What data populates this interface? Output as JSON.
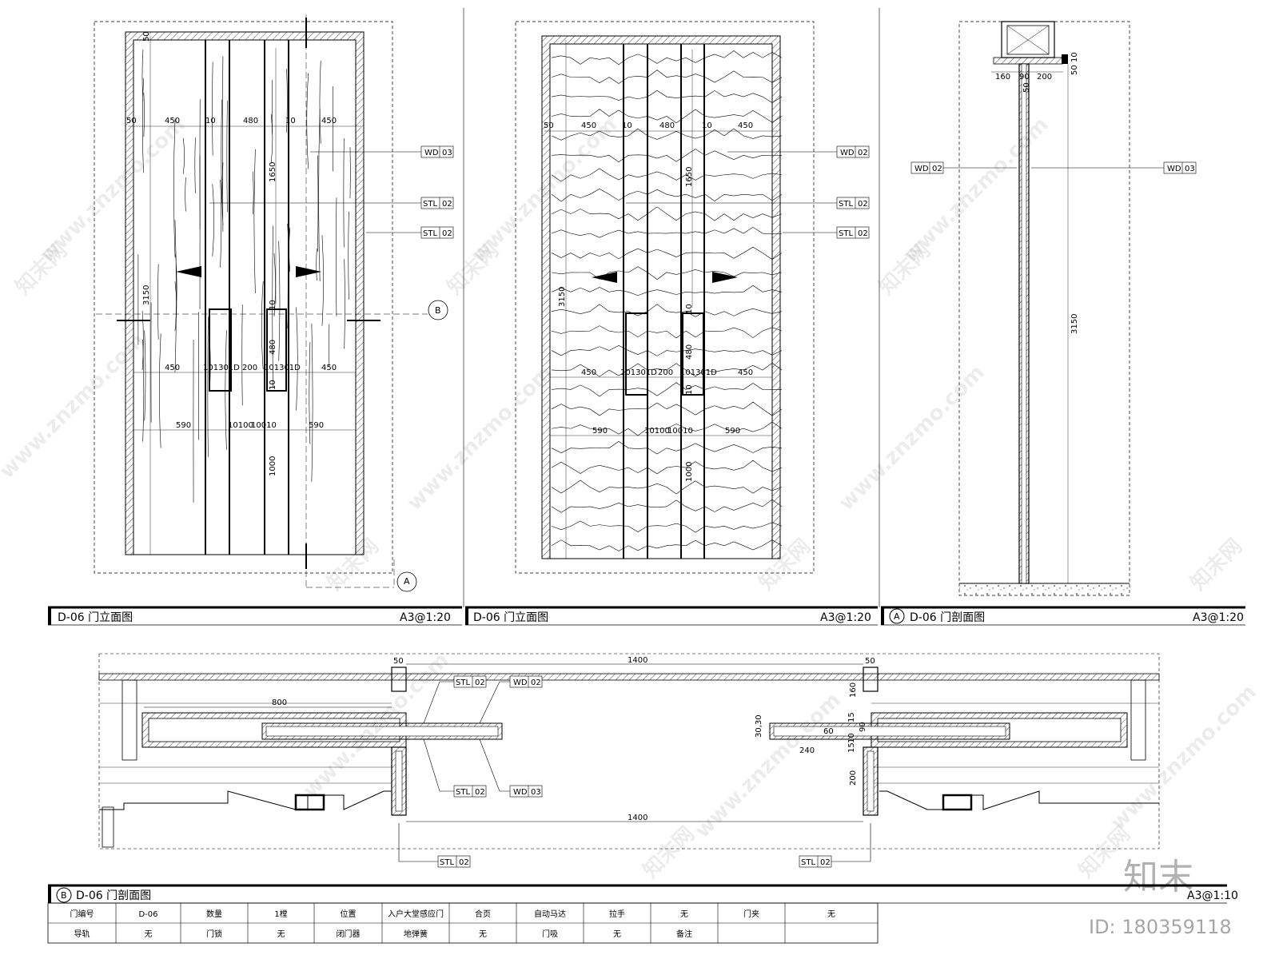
{
  "views": {
    "elev1": {
      "title": "D-06 门立面图",
      "scale": "A3@1:20"
    },
    "elev2": {
      "title": "D-06 门立面图",
      "scale": "A3@1:20"
    },
    "sectA": {
      "marker": "A",
      "title": "D-06 门剖面图",
      "scale": "A3@1:20"
    },
    "sectB": {
      "marker": "B",
      "title": "D-06 门剖面图",
      "scale": "A3@1:10"
    }
  },
  "elev_dims": {
    "top50": "50",
    "w450l": "450",
    "w10a": "10",
    "w480": "480",
    "w10b": "10",
    "w450r": "450",
    "w50": "50",
    "h1650": "1650",
    "h3150": "3150",
    "h480": "480",
    "h10a": "10",
    "h10b": "10",
    "h1000": "1000",
    "mid450l": "450",
    "mid1013010": "101301D",
    "mid200": "200",
    "mid1013010b": "101301D",
    "mid450r": "450",
    "low590l": "590",
    "low10100": "10100",
    "low10010": "10010",
    "low590r": "590"
  },
  "tags": {
    "wd03": [
      "WD",
      "03"
    ],
    "stl02a": [
      "STL",
      "02"
    ],
    "stl02b": [
      "STL",
      "02"
    ],
    "wd02": [
      "WD",
      "02"
    ]
  },
  "section_markers": {
    "b": "B",
    "a": "A"
  },
  "sectA_dims": {
    "d160": "160",
    "d90": "90",
    "d200": "200",
    "d50": "50",
    "d10": "10",
    "d50b": "50",
    "d3150": "3150"
  },
  "sectB_dims": {
    "w1400top": "1400",
    "w1400bot": "1400",
    "w800": "800",
    "w50l": "50",
    "w50r": "50",
    "d160": "160",
    "d200": "200",
    "d240": "240",
    "d3030": "30,30",
    "d60": "60",
    "d15": "15",
    "d90": "90",
    "d10": "10",
    "d15b": "15"
  },
  "table": {
    "row1": [
      "门编号",
      "D-06",
      "数量",
      "1樘",
      "位置",
      "入户大堂感应门",
      "合页",
      "自动马达",
      "拉手",
      "无",
      "门夹",
      "无"
    ],
    "row2": [
      "导轨",
      "无",
      "门锁",
      "无",
      "闭门器",
      "地弹簧",
      "无",
      "门吸",
      "无",
      "备注",
      ""
    ]
  },
  "watermark": {
    "site": "www.znzmo.com",
    "brand": "知末网",
    "logo": "知末",
    "id": "ID: 180359118"
  }
}
